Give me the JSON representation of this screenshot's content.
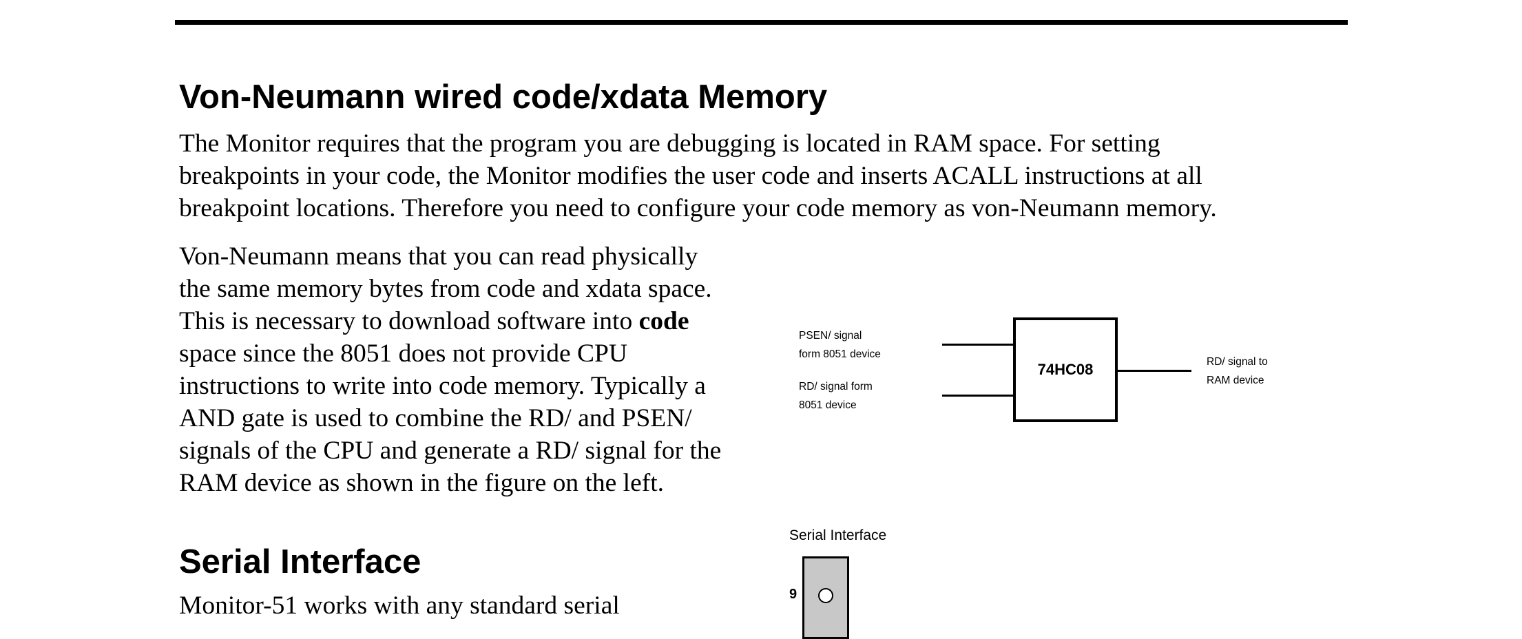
{
  "section1": {
    "heading": "Von-Neumann wired code/xdata Memory",
    "para1_lines": [
      "The Monitor requires that the program you are debugging is located in RAM space.  For setting",
      "breakpoints in your code, the Monitor modifies the user code and inserts ACALL instructions at all",
      "breakpoint locations.  Therefore you need to configure your code memory as von-Neumann memory."
    ],
    "para2": {
      "l1": "Von-Neumann means that you can read physically",
      "l2": "the same memory bytes from code and xdata space.",
      "l3_pre": "This is necessary to download software into ",
      "l3_bold": "code",
      "l4": "space since the 8051 does not provide CPU",
      "l5": "instructions to write into code memory.  Typically a",
      "l6": "AND gate is used to combine the RD/ and PSEN/",
      "l7": "signals of the CPU and generate a RD/ signal for the",
      "l8": "RAM device as shown in the figure on the left."
    }
  },
  "diagram": {
    "gate_label": "74HC08",
    "input1_label": [
      "PSEN/ signal",
      "form 8051 device"
    ],
    "input2_label": [
      "RD/ signal form",
      "8051 device"
    ],
    "output_label": [
      "RD/ signal to",
      "RAM device"
    ]
  },
  "section2": {
    "heading": "Serial Interface",
    "para_line1": "Monitor-51 works with any standard serial"
  },
  "serial_figure": {
    "caption": "Serial Interface",
    "pin_number": "9"
  }
}
